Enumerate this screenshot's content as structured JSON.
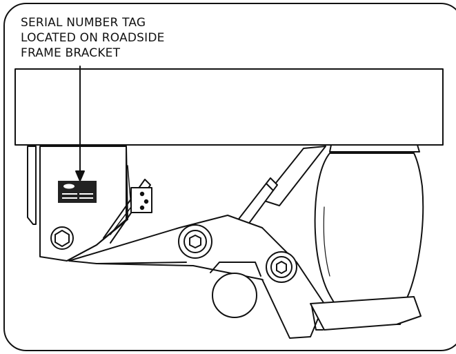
{
  "callout": {
    "lines": [
      "SERIAL NUMBER TAG",
      "LOCATED ON ROADSIDE",
      "FRAME BRACKET"
    ]
  },
  "colors": {
    "line": "#111111",
    "background": "#ffffff",
    "tag": "#222222"
  }
}
